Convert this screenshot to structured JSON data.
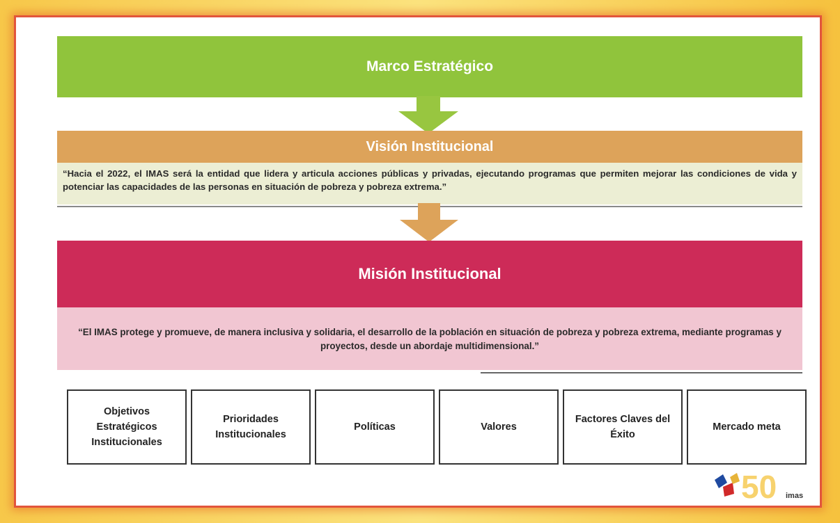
{
  "marco": {
    "title": "Marco Estratégico"
  },
  "vision": {
    "title": "Visión Institucional",
    "text": "“Hacia el 2022, el IMAS será la entidad que lidera y articula acciones públicas y privadas, ejecutando programas que permiten mejorar las condiciones de vida y potenciar las capacidades de las personas en situación de pobreza y pobreza extrema.”"
  },
  "mision": {
    "title": "Misión Institucional",
    "text": "“El IMAS protege y promueve, de manera inclusiva y solidaria, el desarrollo de la población en situación de pobreza y pobreza extrema, mediante programas y proyectos, desde un abordaje multidimensional.”"
  },
  "boxes": [
    {
      "label": "Objetivos Estratégicos Institucionales"
    },
    {
      "label": "Prioridades Institucionales"
    },
    {
      "label": "Políticas"
    },
    {
      "label": "Valores"
    },
    {
      "label": "Factores Claves del Éxito"
    },
    {
      "label": "Mercado meta"
    }
  ],
  "logo": {
    "number": "50",
    "name": "imas"
  },
  "colors": {
    "green": "#90c43c",
    "tan": "#dda35a",
    "magenta": "#cd2b58",
    "pink": "#f1c6d2",
    "frame": "#e2553c"
  }
}
